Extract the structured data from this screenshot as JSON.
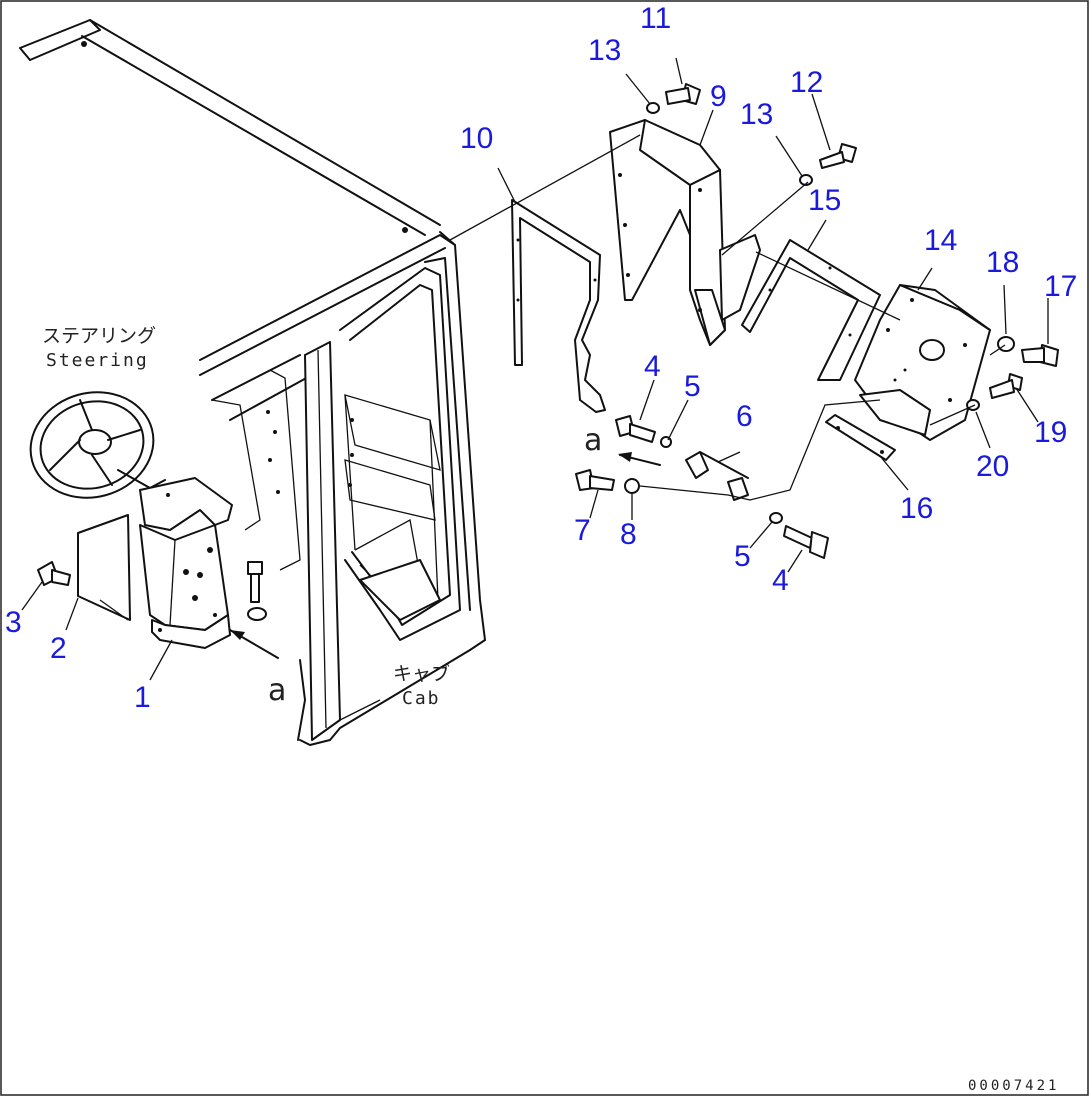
{
  "drawing": {
    "code": "00007421",
    "callout_color": "#1a1adc"
  },
  "labels": {
    "steering_jp": "ステアリング",
    "steering_en": "Steering",
    "cab_jp": "キャブ",
    "cab_en": "Cab",
    "ref_a": "a"
  },
  "callouts": [
    {
      "id": "c1",
      "text": "1"
    },
    {
      "id": "c2",
      "text": "2"
    },
    {
      "id": "c3",
      "text": "3"
    },
    {
      "id": "c4a",
      "text": "4"
    },
    {
      "id": "c4b",
      "text": "4"
    },
    {
      "id": "c5a",
      "text": "5"
    },
    {
      "id": "c5b",
      "text": "5"
    },
    {
      "id": "c6",
      "text": "6"
    },
    {
      "id": "c7",
      "text": "7"
    },
    {
      "id": "c8",
      "text": "8"
    },
    {
      "id": "c9",
      "text": "9"
    },
    {
      "id": "c10",
      "text": "10"
    },
    {
      "id": "c11",
      "text": "11"
    },
    {
      "id": "c12",
      "text": "12"
    },
    {
      "id": "c13a",
      "text": "13"
    },
    {
      "id": "c13b",
      "text": "13"
    },
    {
      "id": "c14",
      "text": "14"
    },
    {
      "id": "c15",
      "text": "15"
    },
    {
      "id": "c16",
      "text": "16"
    },
    {
      "id": "c17",
      "text": "17"
    },
    {
      "id": "c18",
      "text": "18"
    },
    {
      "id": "c19",
      "text": "19"
    },
    {
      "id": "c20",
      "text": "20"
    }
  ]
}
